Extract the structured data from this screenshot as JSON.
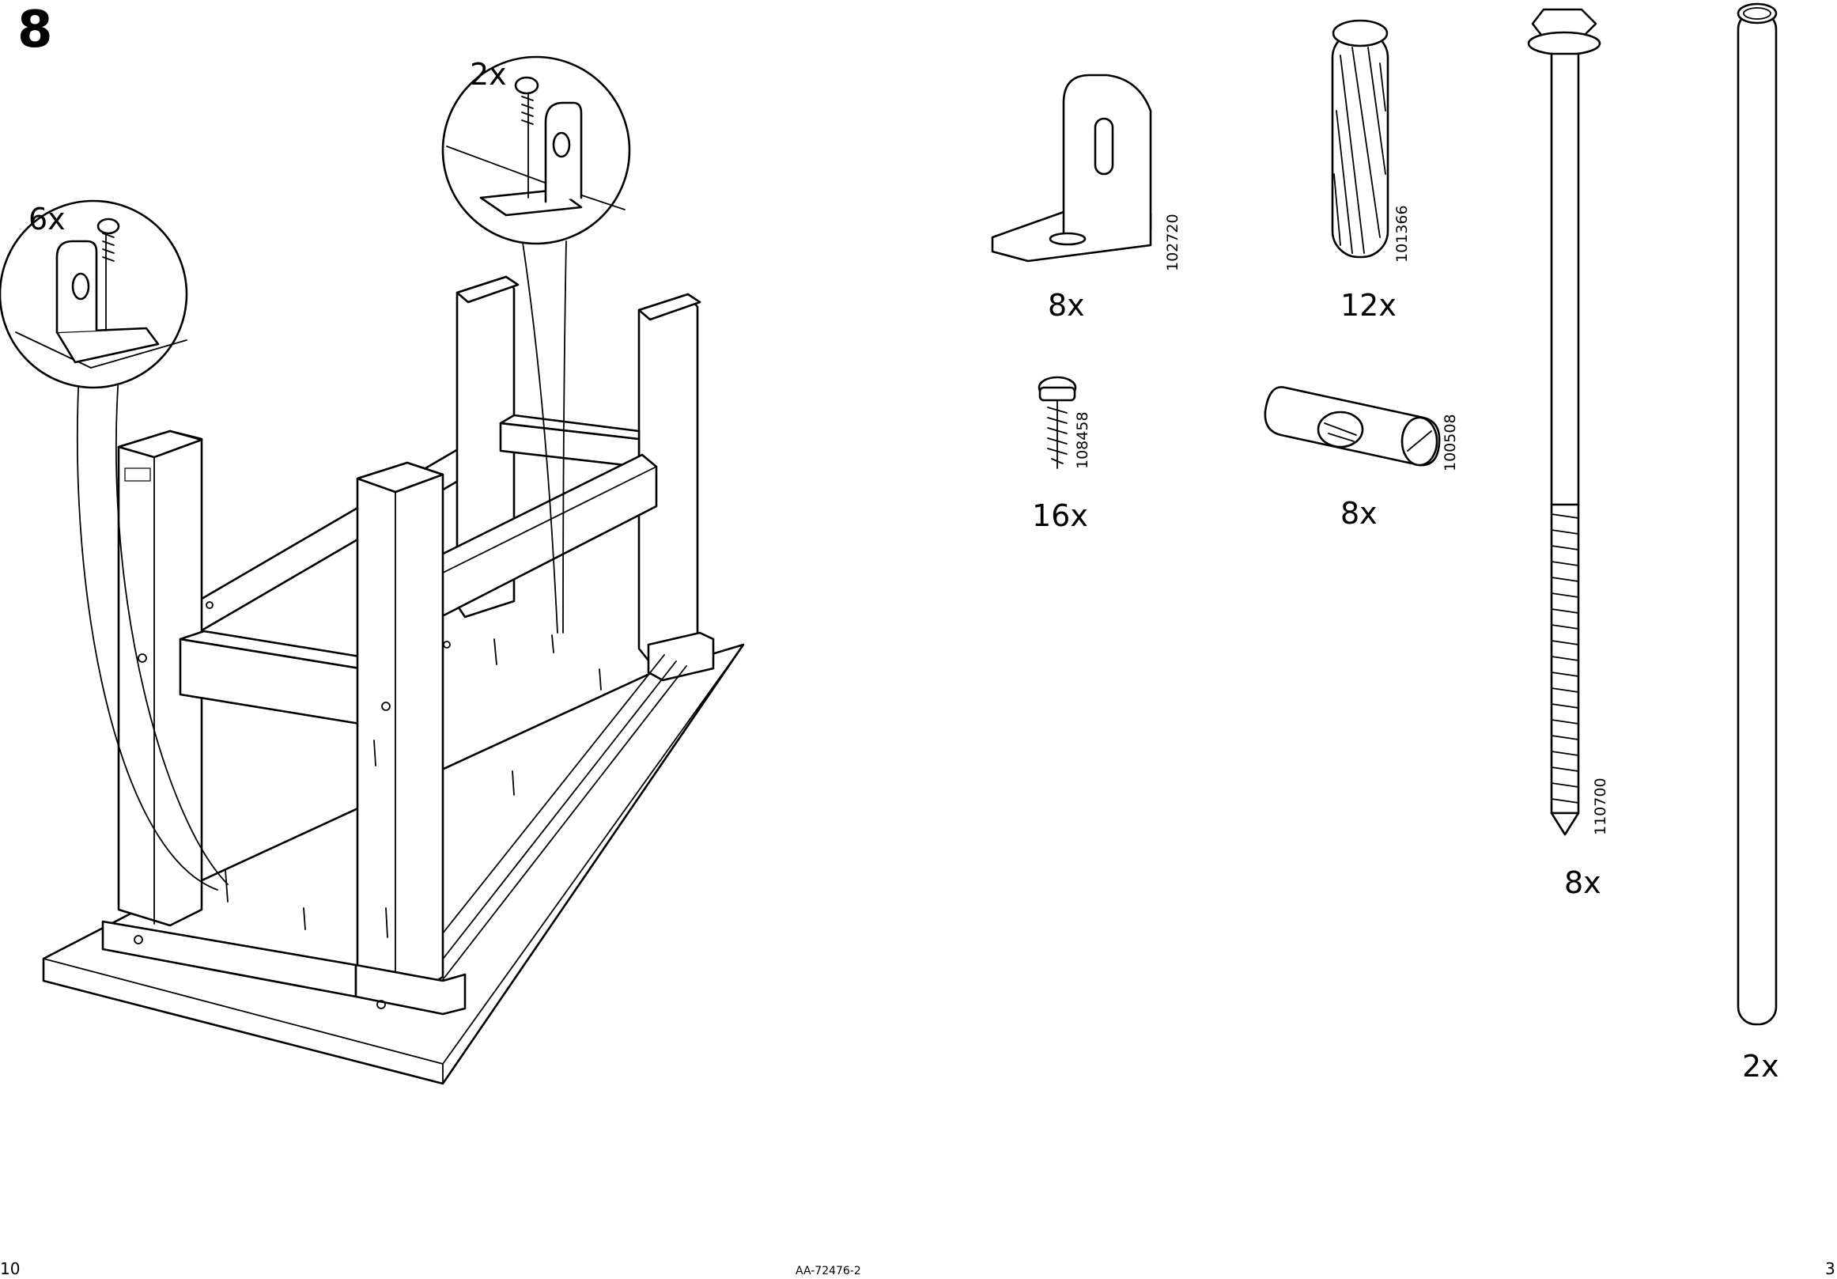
{
  "step": {
    "number": "8"
  },
  "callouts": [
    {
      "qty": "6x"
    },
    {
      "qty": "2x"
    }
  ],
  "parts": [
    {
      "name": "angle-bracket",
      "article": "102720",
      "qty": "8x"
    },
    {
      "name": "wooden-dowel",
      "article": "101366",
      "qty": "12x"
    },
    {
      "name": "wood-screw",
      "article": "108458",
      "qty": "16x"
    },
    {
      "name": "barrel-nut",
      "article": "100508",
      "qty": "8x"
    },
    {
      "name": "hex-bolt",
      "article": "110700",
      "qty": "8x"
    },
    {
      "name": "metal-rod",
      "article": "",
      "qty": "2x"
    }
  ],
  "footer": {
    "page_left": "10",
    "doc_code": "AA-72476-2",
    "page_right": "3"
  }
}
